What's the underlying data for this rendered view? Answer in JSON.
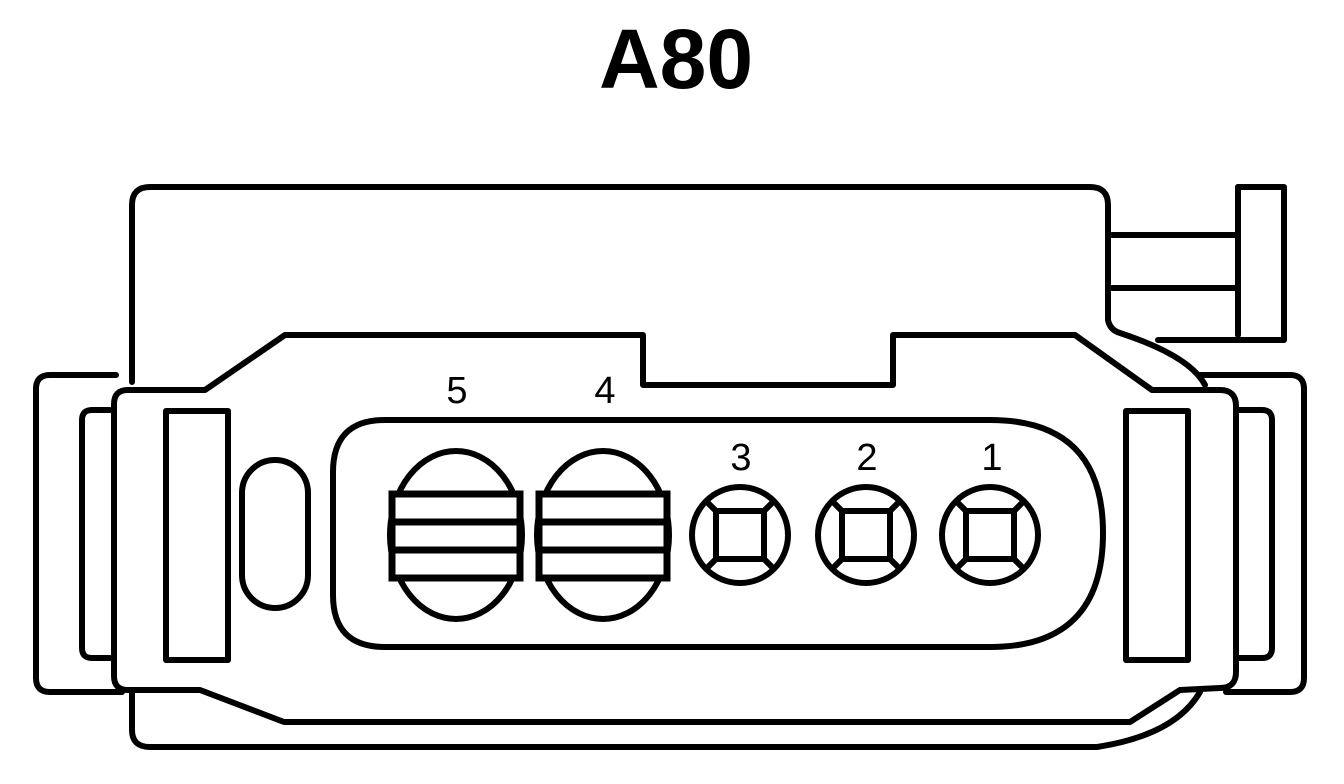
{
  "connector": {
    "title": "A80",
    "pins": [
      {
        "label": "1",
        "type": "small-square"
      },
      {
        "label": "2",
        "type": "small-square"
      },
      {
        "label": "3",
        "type": "small-square"
      },
      {
        "label": "4",
        "type": "large-blade"
      },
      {
        "label": "5",
        "type": "large-blade"
      }
    ]
  },
  "colors": {
    "stroke": "#000000",
    "background": "#ffffff"
  }
}
